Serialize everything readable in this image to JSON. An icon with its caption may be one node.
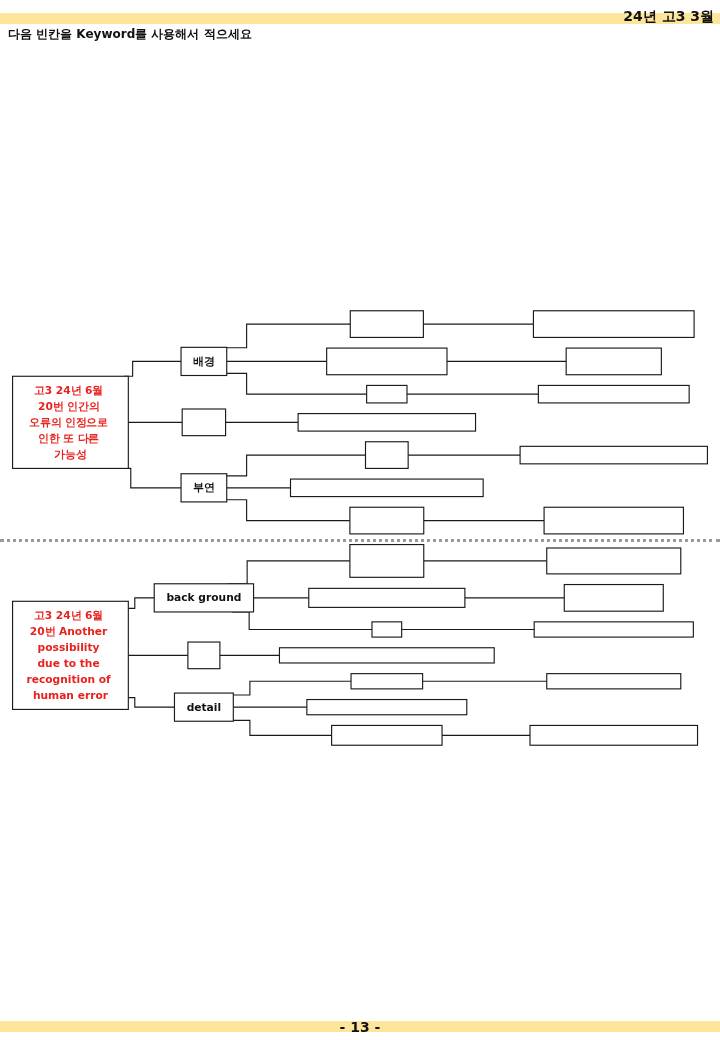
{
  "diagram": {
    "title": "다음 빈칸을 Keyword를 사용해서 적으세요",
    "nodes": [
      {
        "text": [
          "고3 24년 6월 20번 인간의 오류의 인정으로 인한 또 다른 가능성"
        ]
      },
      {
        "text": [
          "배경"
        ]
      },
      {
        "text": [],
        "shape": "box"
      },
      {
        "text": [],
        "shape": "box"
      },
      {
        "text": [],
        "shape": "box"
      },
      {
        "text": [],
        "shape": "box"
      },
      {
        "text": [],
        "shape": "box"
      },
      {
        "text": [],
        "shape": "box"
      },
      {
        "text": [],
        "shape": "box"
      },
      {
        "text": [],
        "shape": "box"
      },
      {
        "text": [
          "부연"
        ]
      },
      {
        "text": [],
        "shape": "box"
      },
      {
        "text": [],
        "shape": "box"
      },
      {
        "text": [],
        "shape": "box"
      },
      {
        "text": [],
        "shape": "box"
      },
      {
        "text": [],
        "shape": "box"
      },
      {
        "text": [
          "고3 24년 6월 20번 Another possibility due to the recognition of human error"
        ]
      },
      {
        "text": [
          "back ground"
        ]
      },
      {
        "text": [],
        "shape": "box"
      },
      {
        "text": [],
        "shape": "box"
      },
      {
        "text": [],
        "shape": "box"
      },
      {
        "text": [],
        "shape": "box"
      },
      {
        "text": [],
        "shape": "box"
      },
      {
        "text": [],
        "shape": "box"
      },
      {
        "text": [],
        "shape": "box"
      },
      {
        "text": [],
        "shape": "box"
      },
      {
        "text": [
          "detail"
        ]
      },
      {
        "text": [],
        "shape": "box"
      },
      {
        "text": [],
        "shape": "box"
      },
      {
        "text": [],
        "shape": "box"
      },
      {
        "text": [],
        "shape": "box"
      },
      {
        "text": [],
        "shape": "box"
      }
    ],
    "edges": [
      {
        "from": 0,
        "to": 1,
        "arrow": "none"
      },
      {
        "from": 1,
        "to": 2,
        "arrow": "none"
      },
      {
        "from": 2,
        "to": 3,
        "arrow": "none"
      },
      {
        "from": 1,
        "to": 4,
        "arrow": "none"
      },
      {
        "from": 4,
        "to": 5,
        "arrow": "none"
      },
      {
        "from": 1,
        "to": 6,
        "arrow": "none"
      },
      {
        "from": 6,
        "to": 7,
        "arrow": "none"
      },
      {
        "from": 0,
        "to": 8,
        "arrow": "none"
      },
      {
        "from": 8,
        "to": 9,
        "arrow": "none"
      },
      {
        "from": 0,
        "to": 10,
        "arrow": "none"
      },
      {
        "from": 10,
        "to": 11,
        "arrow": "none"
      },
      {
        "from": 11,
        "to": 12,
        "arrow": "none"
      },
      {
        "from": 10,
        "to": 13,
        "arrow": "none"
      },
      {
        "from": 10,
        "to": 14,
        "arrow": "none"
      },
      {
        "from": 14,
        "to": 15,
        "arrow": "none"
      },
      {
        "from": 16,
        "to": 17,
        "arrow": "none"
      },
      {
        "from": 17,
        "to": 18,
        "arrow": "none"
      },
      {
        "from": 18,
        "to": 19,
        "arrow": "none"
      },
      {
        "from": 17,
        "to": 20,
        "arrow": "none"
      },
      {
        "from": 20,
        "to": 21,
        "arrow": "none"
      },
      {
        "from": 17,
        "to": 22,
        "arrow": "none"
      },
      {
        "from": 22,
        "to": 23,
        "arrow": "none"
      },
      {
        "from": 16,
        "to": 24,
        "arrow": "none"
      },
      {
        "from": 24,
        "to": 25,
        "arrow": "none"
      },
      {
        "from": 16,
        "to": 26,
        "arrow": "none"
      },
      {
        "from": 26,
        "to": 27,
        "arrow": "none"
      },
      {
        "from": 27,
        "to": 28,
        "arrow": "none"
      },
      {
        "from": 26,
        "to": 29,
        "arrow": "none"
      },
      {
        "from": 26,
        "to": 30,
        "arrow": "none"
      },
      {
        "from": 30,
        "to": 31,
        "arrow": "none"
      }
    ],
    "labels": [
      "24년 고3 3월",
      "- 13 -"
    ]
  }
}
